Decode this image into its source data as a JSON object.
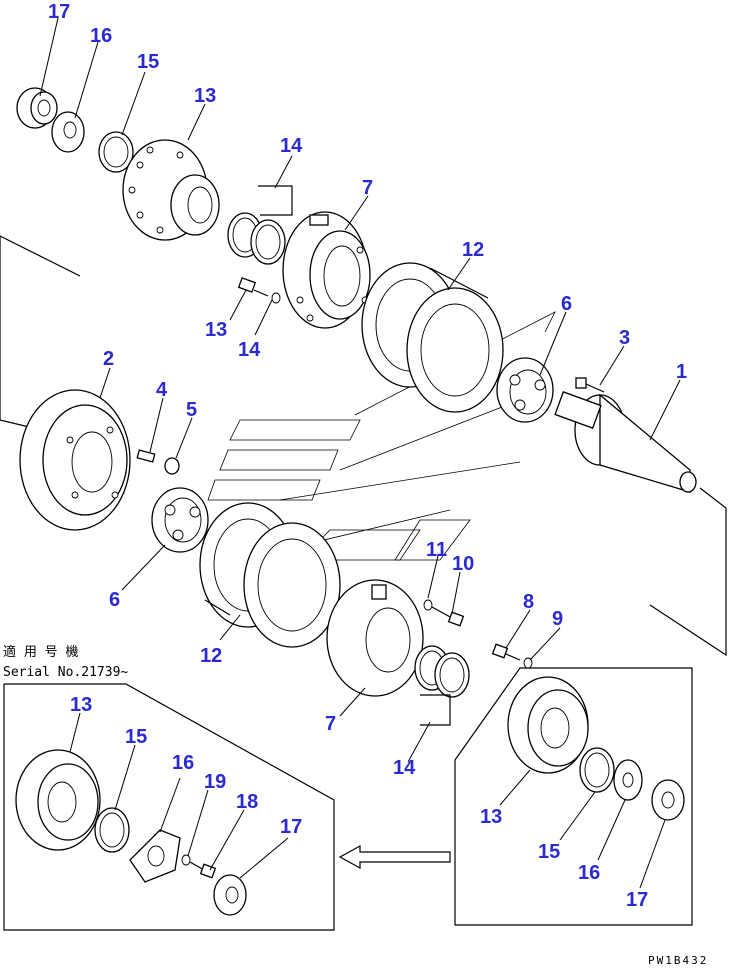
{
  "serial_note": {
    "line1": "適 用 号 機",
    "line2": "Serial No.21739~"
  },
  "drawing_code": "PW1B432",
  "callouts": {
    "c17a": "17",
    "c16a": "16",
    "c15a": "15",
    "c13a": "13",
    "c14a": "14",
    "c7a": "7",
    "c13b": "13",
    "c14b": "14",
    "c12a": "12",
    "c6a": "6",
    "c3": "3",
    "c1": "1",
    "c2": "2",
    "c4": "4",
    "c5": "5",
    "c6b": "6",
    "c11": "11",
    "c10": "10",
    "c12b": "12",
    "c8": "8",
    "c9": "9",
    "c7b": "7",
    "c14c": "14",
    "c13c": "13",
    "c15b": "15",
    "c16b": "16",
    "c17b": "17",
    "c13d": "13",
    "c15c": "15",
    "c16c": "16",
    "c19": "19",
    "c18": "18",
    "c17c": "17"
  },
  "colors": {
    "callout": "#2a2ad0",
    "line": "#000000"
  }
}
